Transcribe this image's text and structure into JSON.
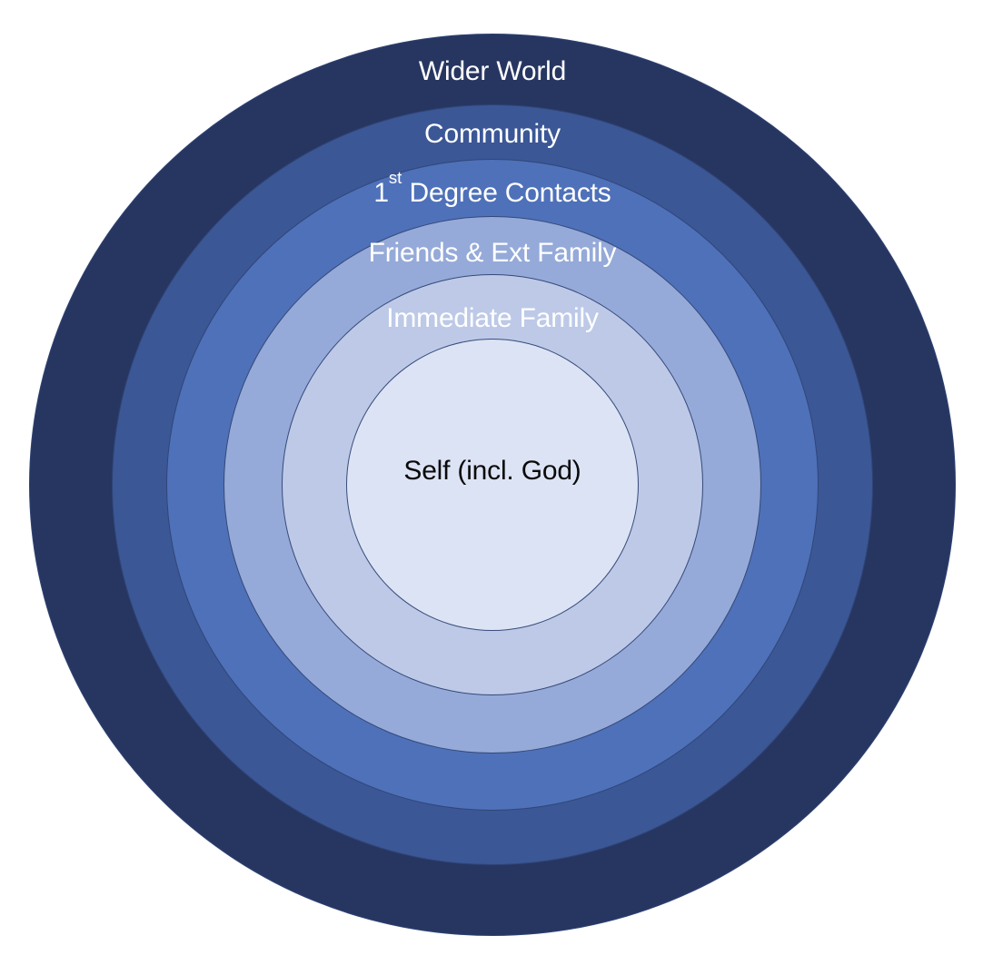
{
  "diagram": {
    "type": "concentric-circles",
    "background_color": "#ffffff",
    "stroke_color": "#2E4374",
    "rings": [
      {
        "label": "Wider World",
        "fill": "#273661",
        "text_color": "#ffffff"
      },
      {
        "label": "Community",
        "fill": "#3B5796",
        "text_color": "#ffffff"
      },
      {
        "label": "1st Degree Contacts",
        "label_prefix": "1",
        "label_sup": "st",
        "label_suffix": " Degree Contacts",
        "fill": "#4E71B9",
        "text_color": "#ffffff"
      },
      {
        "label": "Friends & Ext Family",
        "fill": "#95AAD9",
        "text_color": "#ffffff"
      },
      {
        "label": "Immediate Family",
        "fill": "#BDC9E7",
        "text_color": "#ffffff"
      },
      {
        "label": "Self (incl. God)",
        "fill": "#DCE3F4",
        "text_color": "#0a0a0a"
      }
    ]
  }
}
